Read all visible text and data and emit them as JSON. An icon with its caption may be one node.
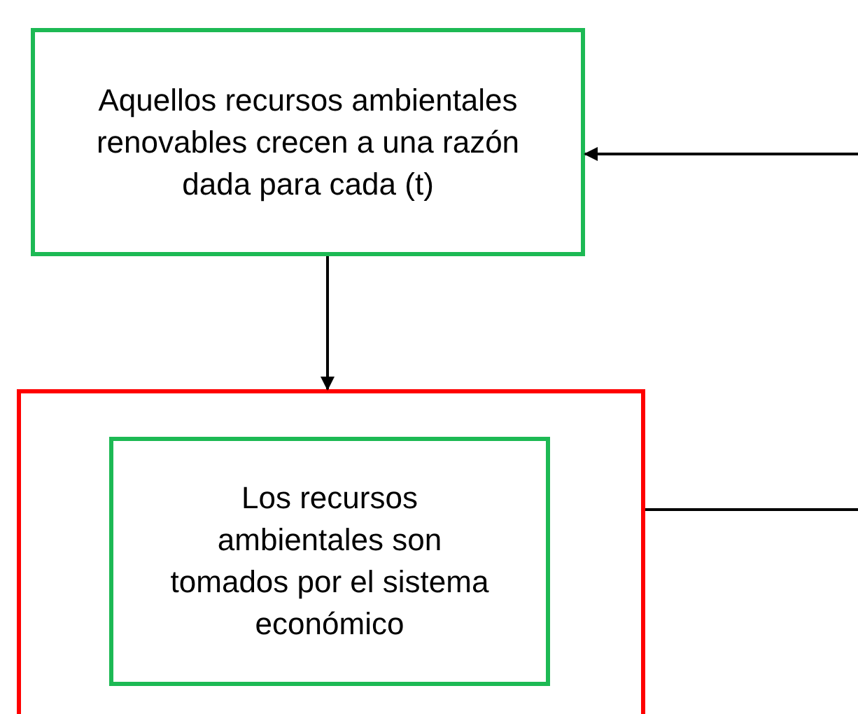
{
  "diagram": {
    "nodes": [
      {
        "text": [
          "Aquellos recursos ambientales renovables crecen a una razón dada para cada (t)"
        ]
      },
      {
        "text": [],
        "shape": "box"
      },
      {
        "text": [
          "Los recursos ambientales son tomados por el sistema económico"
        ],
        "in": 1
      }
    ],
    "edges": [
      {
        "from": null,
        "to": 0,
        "arrow": "to"
      },
      {
        "from": 0,
        "to": 1,
        "arrow": "to"
      },
      {
        "from": 1,
        "to": null,
        "arrow": "none"
      }
    ]
  }
}
